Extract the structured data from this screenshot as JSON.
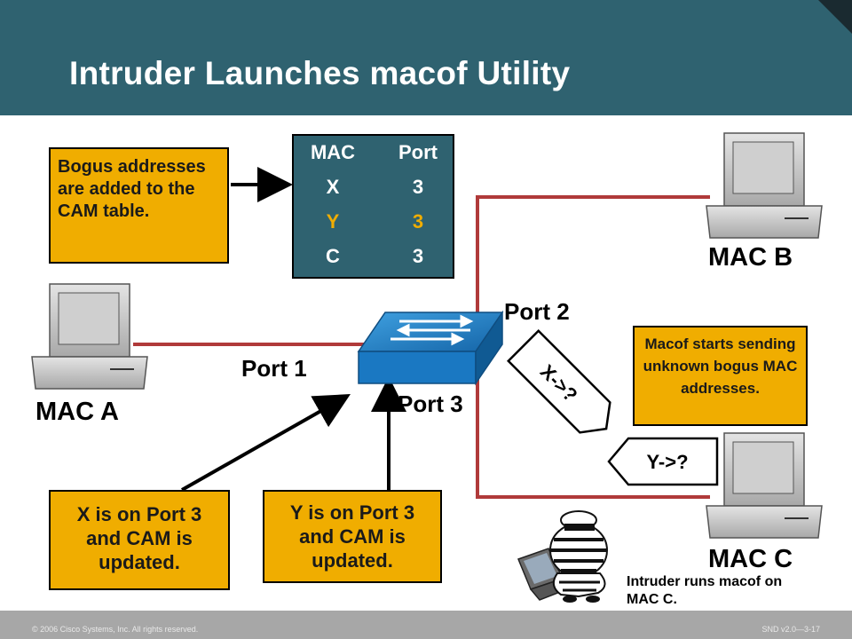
{
  "header": {
    "title": "Intruder Launches macof Utility"
  },
  "cam_table": {
    "header_mac": "MAC",
    "header_port": "Port",
    "rows": [
      {
        "mac": "X",
        "port": "3",
        "color": "#ffffff"
      },
      {
        "mac": "Y",
        "port": "3",
        "color": "#f0ad00"
      },
      {
        "mac": "C",
        "port": "3",
        "color": "#ffffff"
      }
    ]
  },
  "callouts": {
    "bogus": "Bogus addresses are added to the CAM table.",
    "macof_starts": "Macof starts sending unknown bogus MAC addresses.",
    "x_port": "X is on Port 3 and CAM is updated.",
    "y_port": "Y is on Port 3 and CAM is updated."
  },
  "labels": {
    "mac_a": "MAC A",
    "mac_b": "MAC B",
    "mac_c": "MAC C",
    "port1": "Port 1",
    "port2": "Port 2",
    "port3": "Port 3",
    "frame_x": "X->?",
    "frame_y": "Y->?",
    "intruder": "Intruder runs macof on MAC C."
  },
  "footer": {
    "copyright": "© 2006 Cisco Systems, Inc. All rights reserved.",
    "course": "SND v2.0—3-17"
  },
  "colors": {
    "header_bg": "#2f6270",
    "callout_bg": "#f0ad00",
    "link_color": "#b03a3a",
    "switch_blue": "#1f7fc7"
  },
  "icons": [
    "switch-icon",
    "pc-icon",
    "intruder-icon",
    "laptop-icon"
  ]
}
